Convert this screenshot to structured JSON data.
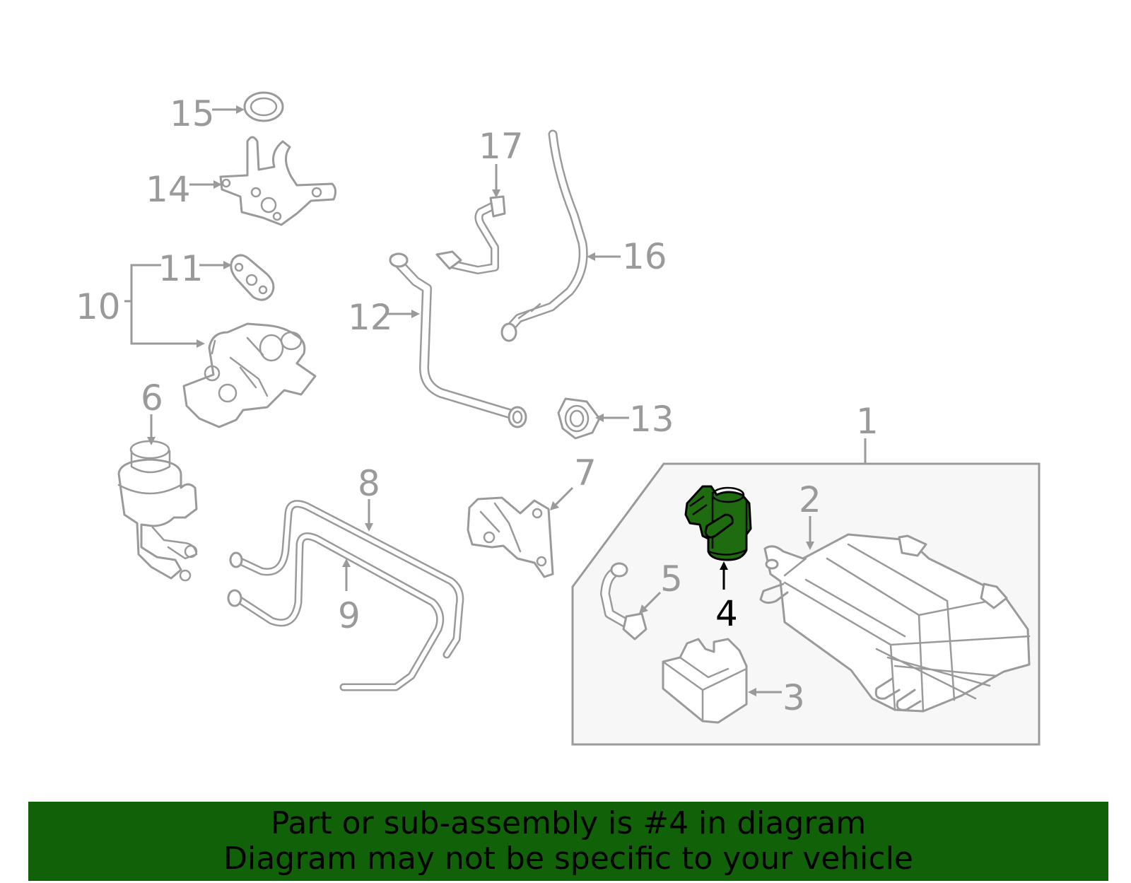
{
  "highlight_color": "#1f6b10",
  "callout_color": "#9a9a9a",
  "active_callout_color": "#000000",
  "footer_color": "#116108",
  "callouts": {
    "c1": "1",
    "c2": "2",
    "c3": "3",
    "c4": "4",
    "c5": "5",
    "c6": "6",
    "c7": "7",
    "c8": "8",
    "c9": "9",
    "c10": "10",
    "c11": "11",
    "c12": "12",
    "c13": "13",
    "c14": "14",
    "c15": "15",
    "c16": "16",
    "c17": "17"
  },
  "highlighted_part": "4",
  "footer": {
    "line1": "Part or sub-assembly is #4 in diagram",
    "line2": "Diagram may not be specific to your vehicle"
  }
}
